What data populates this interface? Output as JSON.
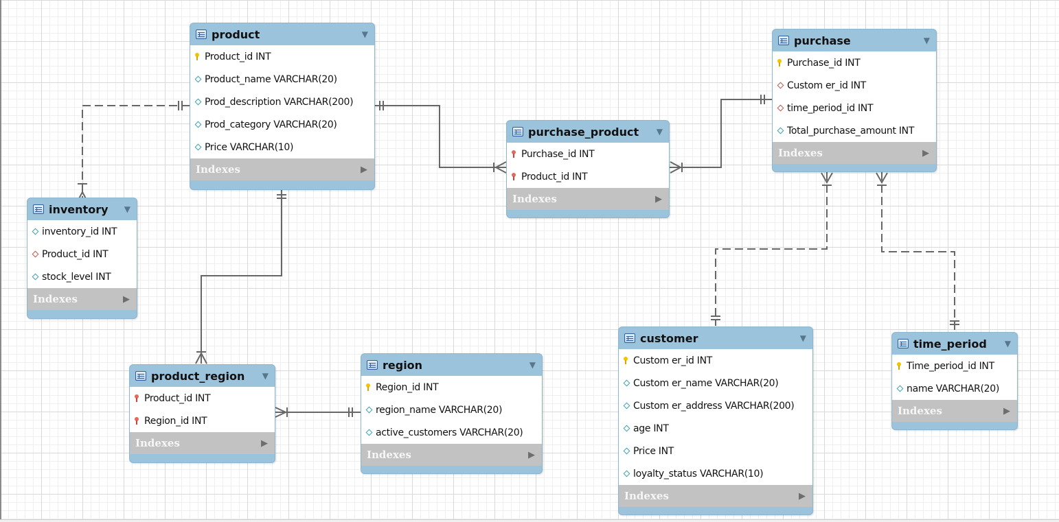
{
  "tables": {
    "product": {
      "name": "product",
      "columns": [
        {
          "text": "Product_id INT",
          "kind": "pk"
        },
        {
          "text": "Product_name VARCHAR(20)",
          "kind": "col"
        },
        {
          "text": "Prod_description VARCHAR(200)",
          "kind": "col"
        },
        {
          "text": "Prod_category VARCHAR(20)",
          "kind": "col"
        },
        {
          "text": "Price VARCHAR(10)",
          "kind": "col"
        }
      ],
      "indexes_label": "Indexes"
    },
    "inventory": {
      "name": "inventory",
      "columns": [
        {
          "text": "inventory_id INT",
          "kind": "col"
        },
        {
          "text": "Product_id INT",
          "kind": "fk"
        },
        {
          "text": "stock_level INT",
          "kind": "col"
        }
      ],
      "indexes_label": "Indexes"
    },
    "purchase_product": {
      "name": "purchase_product",
      "columns": [
        {
          "text": "Purchase_id INT",
          "kind": "pfk"
        },
        {
          "text": "Product_id INT",
          "kind": "pfk"
        }
      ],
      "indexes_label": "Indexes"
    },
    "purchase": {
      "name": "purchase",
      "columns": [
        {
          "text": "Purchase_id INT",
          "kind": "pk"
        },
        {
          "text": "Custom er_id INT",
          "kind": "fk"
        },
        {
          "text": "time_period_id INT",
          "kind": "fk"
        },
        {
          "text": "Total_purchase_amount INT",
          "kind": "col"
        }
      ],
      "indexes_label": "Indexes"
    },
    "product_region": {
      "name": "product_region",
      "columns": [
        {
          "text": "Product_id INT",
          "kind": "pfk"
        },
        {
          "text": "Region_id INT",
          "kind": "pfk"
        }
      ],
      "indexes_label": "Indexes"
    },
    "region": {
      "name": "region",
      "columns": [
        {
          "text": "Region_id INT",
          "kind": "pk"
        },
        {
          "text": "region_name VARCHAR(20)",
          "kind": "col"
        },
        {
          "text": "active_customers VARCHAR(20)",
          "kind": "col"
        }
      ],
      "indexes_label": "Indexes"
    },
    "customer": {
      "name": "customer",
      "columns": [
        {
          "text": "Custom er_id INT",
          "kind": "pk"
        },
        {
          "text": "Custom er_name VARCHAR(20)",
          "kind": "col"
        },
        {
          "text": "Custom er_address VARCHAR(200)",
          "kind": "col"
        },
        {
          "text": "age INT",
          "kind": "col"
        },
        {
          "text": "Price INT",
          "kind": "col"
        },
        {
          "text": "loyalty_status VARCHAR(10)",
          "kind": "col"
        }
      ],
      "indexes_label": "Indexes"
    },
    "time_period": {
      "name": "time_period",
      "columns": [
        {
          "text": "Time_period_id INT",
          "kind": "pk"
        },
        {
          "text": "name VARCHAR(20)",
          "kind": "col"
        }
      ],
      "indexes_label": "Indexes"
    }
  },
  "relationships": [
    {
      "from": "inventory",
      "to": "product",
      "identifying": false,
      "from_end": "many",
      "to_end": "one"
    },
    {
      "from": "purchase_product",
      "to": "product",
      "identifying": true,
      "from_end": "many",
      "to_end": "one"
    },
    {
      "from": "purchase_product",
      "to": "purchase",
      "identifying": true,
      "from_end": "many",
      "to_end": "one"
    },
    {
      "from": "product_region",
      "to": "product",
      "identifying": true,
      "from_end": "many",
      "to_end": "one"
    },
    {
      "from": "product_region",
      "to": "region",
      "identifying": true,
      "from_end": "many",
      "to_end": "one"
    },
    {
      "from": "purchase",
      "to": "customer",
      "identifying": false,
      "from_end": "many",
      "to_end": "one"
    },
    {
      "from": "purchase",
      "to": "time_period",
      "identifying": false,
      "from_end": "many",
      "to_end": "one"
    }
  ],
  "icons": {
    "table": "table-icon",
    "primary_key": "key-icon",
    "foreign_key": "red-key-icon",
    "column": "diamond-icon",
    "collapse": "triangle-down-icon",
    "expand": "triangle-right-icon"
  },
  "colors": {
    "header": "#9cc3dc",
    "indexes_band": "#c2c2c2",
    "line": "#666666"
  }
}
